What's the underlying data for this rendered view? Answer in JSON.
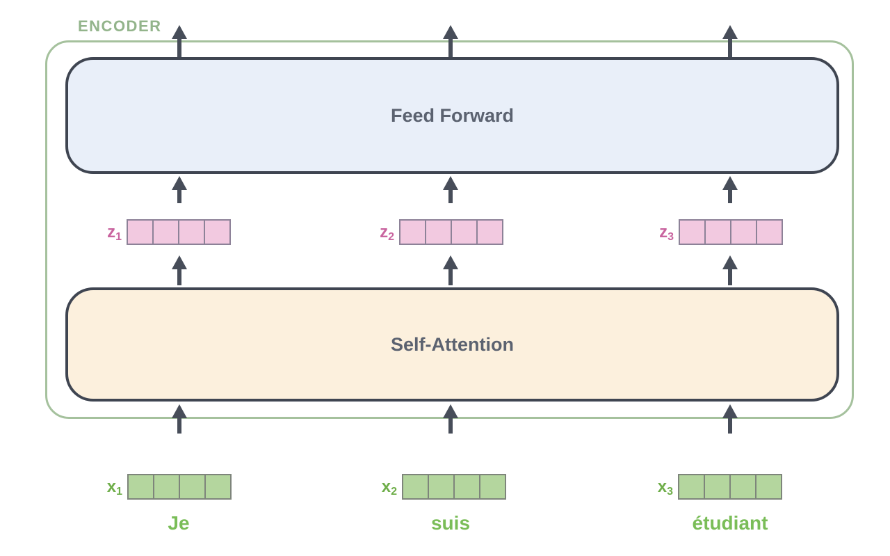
{
  "encoder": {
    "label": "ENCODER",
    "feed_forward_label": "Feed Forward",
    "self_attention_label": "Self-Attention"
  },
  "columns": [
    {
      "z_label": {
        "base": "z",
        "sub": "1"
      },
      "x_label": {
        "base": "x",
        "sub": "1"
      },
      "word": "Je"
    },
    {
      "z_label": {
        "base": "z",
        "sub": "2"
      },
      "x_label": {
        "base": "x",
        "sub": "2"
      },
      "word": "suis"
    },
    {
      "z_label": {
        "base": "z",
        "sub": "3"
      },
      "x_label": {
        "base": "x",
        "sub": "3"
      },
      "word": "étudiant"
    }
  ],
  "vector_cells_per_row": 4,
  "colors": {
    "encoder_border": "#a5c19d",
    "encoder_label_text": "#93b48b",
    "block_border": "#3f4551",
    "block_text": "#5b6270",
    "feed_forward_fill": "#e9eff9",
    "self_attention_fill": "#fcf0dd",
    "z_label_text": "#c9649f",
    "z_cell_fill": "#f2c9e0",
    "z_cell_border": "#8d8298",
    "x_label_text": "#6fae4a",
    "x_cell_fill": "#b4d69e",
    "x_cell_border": "#7e857b",
    "word_text": "#7abd58",
    "arrow": "#474d59"
  }
}
